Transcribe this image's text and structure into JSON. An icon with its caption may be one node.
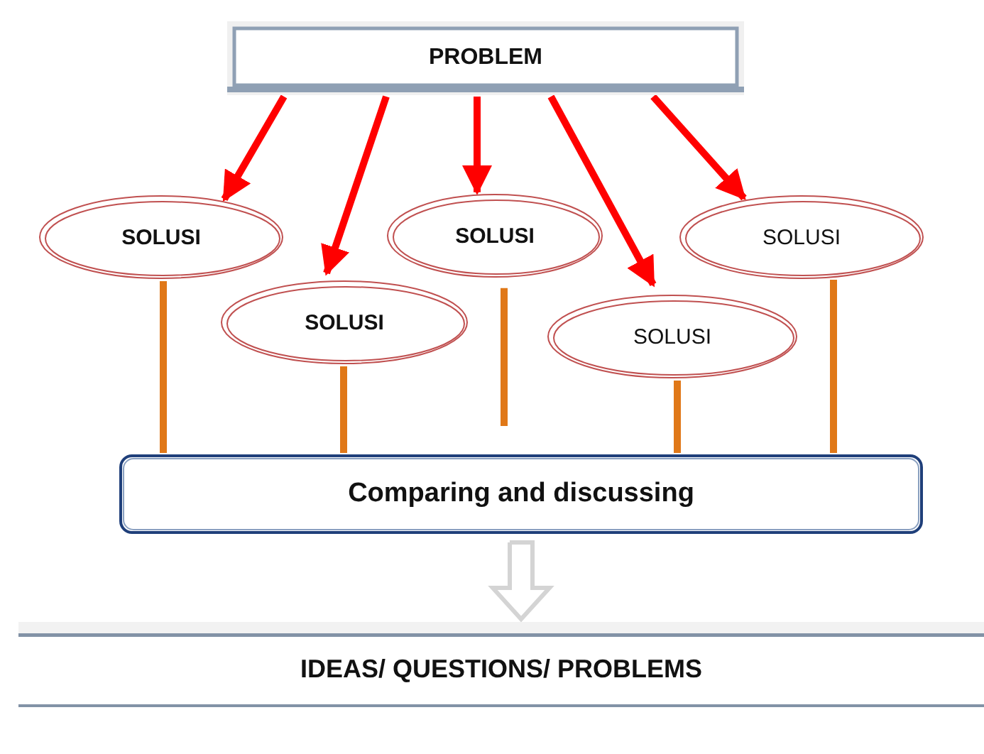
{
  "diagram": {
    "nodes": [
      {
        "text": [
          "PROBLEM"
        ]
      },
      {
        "text": [
          "SOLUSI"
        ]
      },
      {
        "text": [
          "SOLUSI"
        ]
      },
      {
        "text": [
          "SOLUSI"
        ]
      },
      {
        "text": [
          "SOLUSI"
        ]
      },
      {
        "text": [
          "SOLUSI"
        ]
      },
      {
        "text": [
          "Comparing and discussing"
        ]
      },
      {
        "text": [
          "IDEAS/ QUESTIONS/ PROBLEMS"
        ]
      }
    ],
    "edges": [
      {
        "from": 0,
        "to": 1,
        "arrow": "to",
        "color": "#ff0000"
      },
      {
        "from": 0,
        "to": 2,
        "arrow": "to",
        "color": "#ff0000"
      },
      {
        "from": 0,
        "to": 3,
        "arrow": "to",
        "color": "#ff0000"
      },
      {
        "from": 0,
        "to": 4,
        "arrow": "to",
        "color": "#ff0000"
      },
      {
        "from": 0,
        "to": 5,
        "arrow": "to",
        "color": "#ff0000"
      },
      {
        "from": 1,
        "to": 6,
        "arrow": "none",
        "color": "#e07818"
      },
      {
        "from": 2,
        "to": 6,
        "arrow": "none",
        "color": "#e07818"
      },
      {
        "from": 3,
        "to": 6,
        "arrow": "none",
        "color": "#e07818"
      },
      {
        "from": 4,
        "to": 6,
        "arrow": "none",
        "color": "#e07818"
      },
      {
        "from": 5,
        "to": 6,
        "arrow": "none",
        "color": "#e07818"
      },
      {
        "from": 6,
        "to": 7,
        "arrow": "to",
        "style": "thick",
        "color": "#d4d4d4"
      }
    ]
  }
}
